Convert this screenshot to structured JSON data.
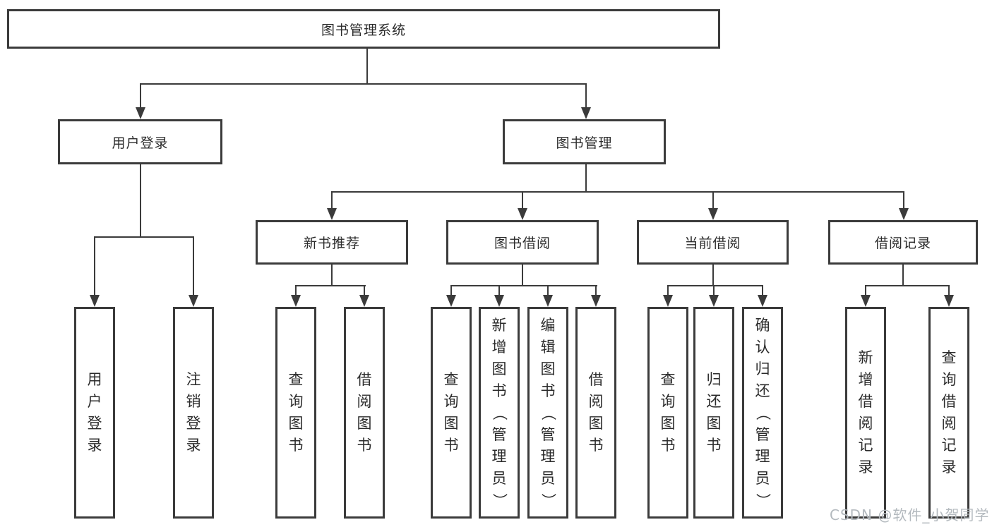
{
  "tree": {
    "root": {
      "label": "图书管理系统"
    },
    "branches": [
      {
        "label": "用户登录",
        "children": [
          "用户登录",
          "注销登录"
        ]
      },
      {
        "label": "图书管理",
        "groups": [
          {
            "label": "新书推荐",
            "children": [
              "查询图书",
              "借阅图书"
            ]
          },
          {
            "label": "图书借阅",
            "children": [
              "查询图书",
              "新增图书（管理员）",
              "编辑图书（管理员）",
              "借阅图书"
            ]
          },
          {
            "label": "当前借阅",
            "children": [
              "查询图书",
              "归还图书",
              "确认归还（管理员）"
            ]
          },
          {
            "label": "借阅记录",
            "children": [
              "新增借阅记录",
              "查询借阅记录"
            ]
          }
        ]
      }
    ]
  },
  "watermark": {
    "text": "CSDN @软件_小贺同学"
  },
  "colors": {
    "line": "#3b3b3b",
    "text": "#2b2b2b",
    "watermark": "#b3b9be",
    "background": "#ffffff"
  }
}
